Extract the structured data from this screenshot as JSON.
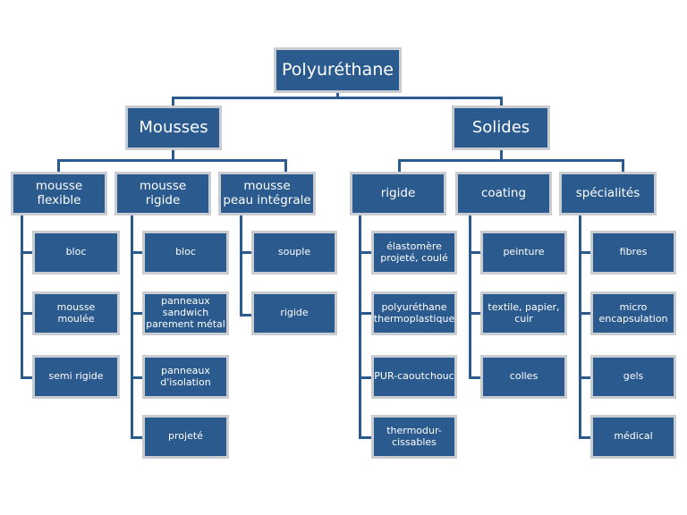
{
  "colors": {
    "box_fill": "#2a5a8e",
    "box_border": "#c9cdd1",
    "connector": "#2a5a8e",
    "text": "#ffffff"
  },
  "root": {
    "label": "Polyuréthane"
  },
  "categories": [
    {
      "label": "Mousses",
      "groups": [
        {
          "label": "mousse\nflexible",
          "items": [
            "bloc",
            "mousse\nmoulée",
            "semi rigide"
          ]
        },
        {
          "label": "mousse\nrigide",
          "items": [
            "bloc",
            "panneaux\nsandwich\nparement métal",
            "panneaux\nd'isolation",
            "projeté"
          ]
        },
        {
          "label": "mousse\npeau intégrale",
          "items": [
            "souple",
            "rigide"
          ]
        }
      ]
    },
    {
      "label": "Solides",
      "groups": [
        {
          "label": "rigide",
          "items": [
            "élastomère\nprojeté, coulé",
            "polyuréthane\nthermoplastique",
            "PUR-caoutchouc",
            "thermodur-\ncissables"
          ]
        },
        {
          "label": "coating",
          "items": [
            "peinture",
            "textile, papier,\ncuir",
            "colles"
          ]
        },
        {
          "label": "spécialités",
          "items": [
            "fibres",
            "micro\nencapsulation",
            "gels",
            "médical"
          ]
        }
      ]
    }
  ]
}
